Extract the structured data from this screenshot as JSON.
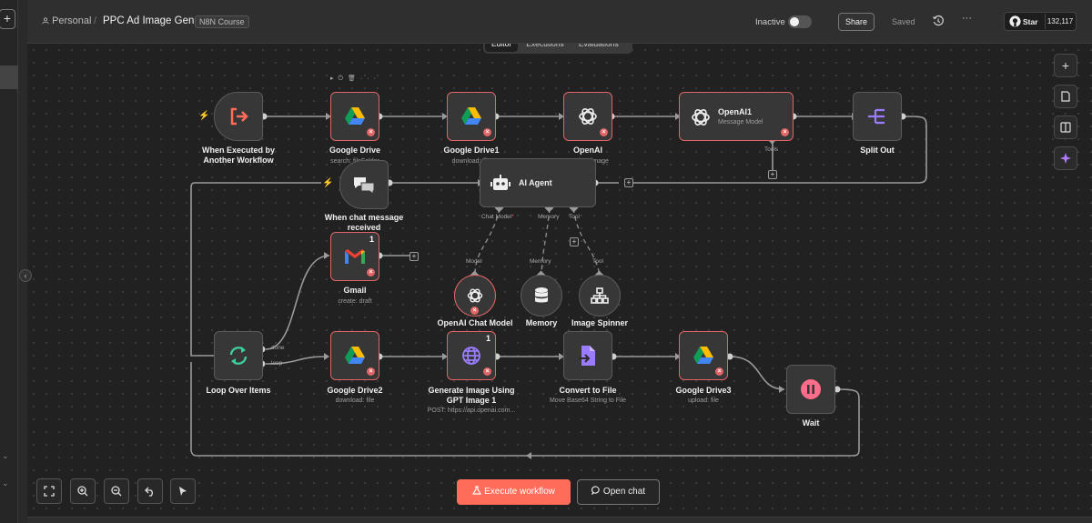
{
  "header": {
    "project": "Personal",
    "workflow_title": "PPC Ad Image Gen",
    "tag": "N8N Course",
    "status": "Inactive",
    "share_label": "Share",
    "saved_label": "Saved",
    "more": "···",
    "github_label": "Star",
    "github_count": "132,117"
  },
  "tabs": [
    "Editor",
    "Executions",
    "Evaluations"
  ],
  "nodes": {
    "exec_trigger": {
      "label1": "When Executed by",
      "label2": "Another Workflow"
    },
    "gdrive": {
      "label": "Google Drive",
      "sub": "search: fileFolder"
    },
    "gdrive1": {
      "label": "Google Drive1",
      "sub": "download: file"
    },
    "openai": {
      "label": "OpenAI",
      "sub": "Analyze image"
    },
    "openai1": {
      "title": "OpenAI1",
      "sub": "Message Model",
      "port": "Tools"
    },
    "split_out": {
      "label": "Split Out"
    },
    "chat_trigger": {
      "label1": "When chat message",
      "label2": "received"
    },
    "ai_agent": {
      "title": "AI Agent",
      "port_model": "Chat Model",
      "port_memory": "Memory",
      "port_tool": "Tool"
    },
    "gmail": {
      "label": "Gmail",
      "sub": "create: draft",
      "badge": "1"
    },
    "openai_chat": {
      "label": "OpenAI Chat Model",
      "port": "Model"
    },
    "memory": {
      "label": "Memory",
      "port": "Memory"
    },
    "image_spinner": {
      "label": "Image Spinner",
      "port": "Tool"
    },
    "loop": {
      "label": "Loop Over Items",
      "port_done": "done",
      "port_loop": "loop"
    },
    "gdrive2": {
      "label": "Google Drive2",
      "sub": "download: file"
    },
    "gen_image": {
      "label1": "Generate Image Using",
      "label2": "GPT Image 1",
      "sub": "POST: https://api.openai.com...",
      "badge": "1"
    },
    "convert": {
      "label": "Convert to File",
      "sub": "Move Base64 String to File"
    },
    "gdrive3": {
      "label": "Google Drive3",
      "sub": "upload: file"
    },
    "wait": {
      "label": "Wait"
    }
  },
  "controls": {
    "execute_label": "Execute workflow",
    "open_chat_label": "Open chat"
  },
  "colors": {
    "accent": "#ff6d5a",
    "error": "#e06666",
    "canvas": "#212121"
  }
}
